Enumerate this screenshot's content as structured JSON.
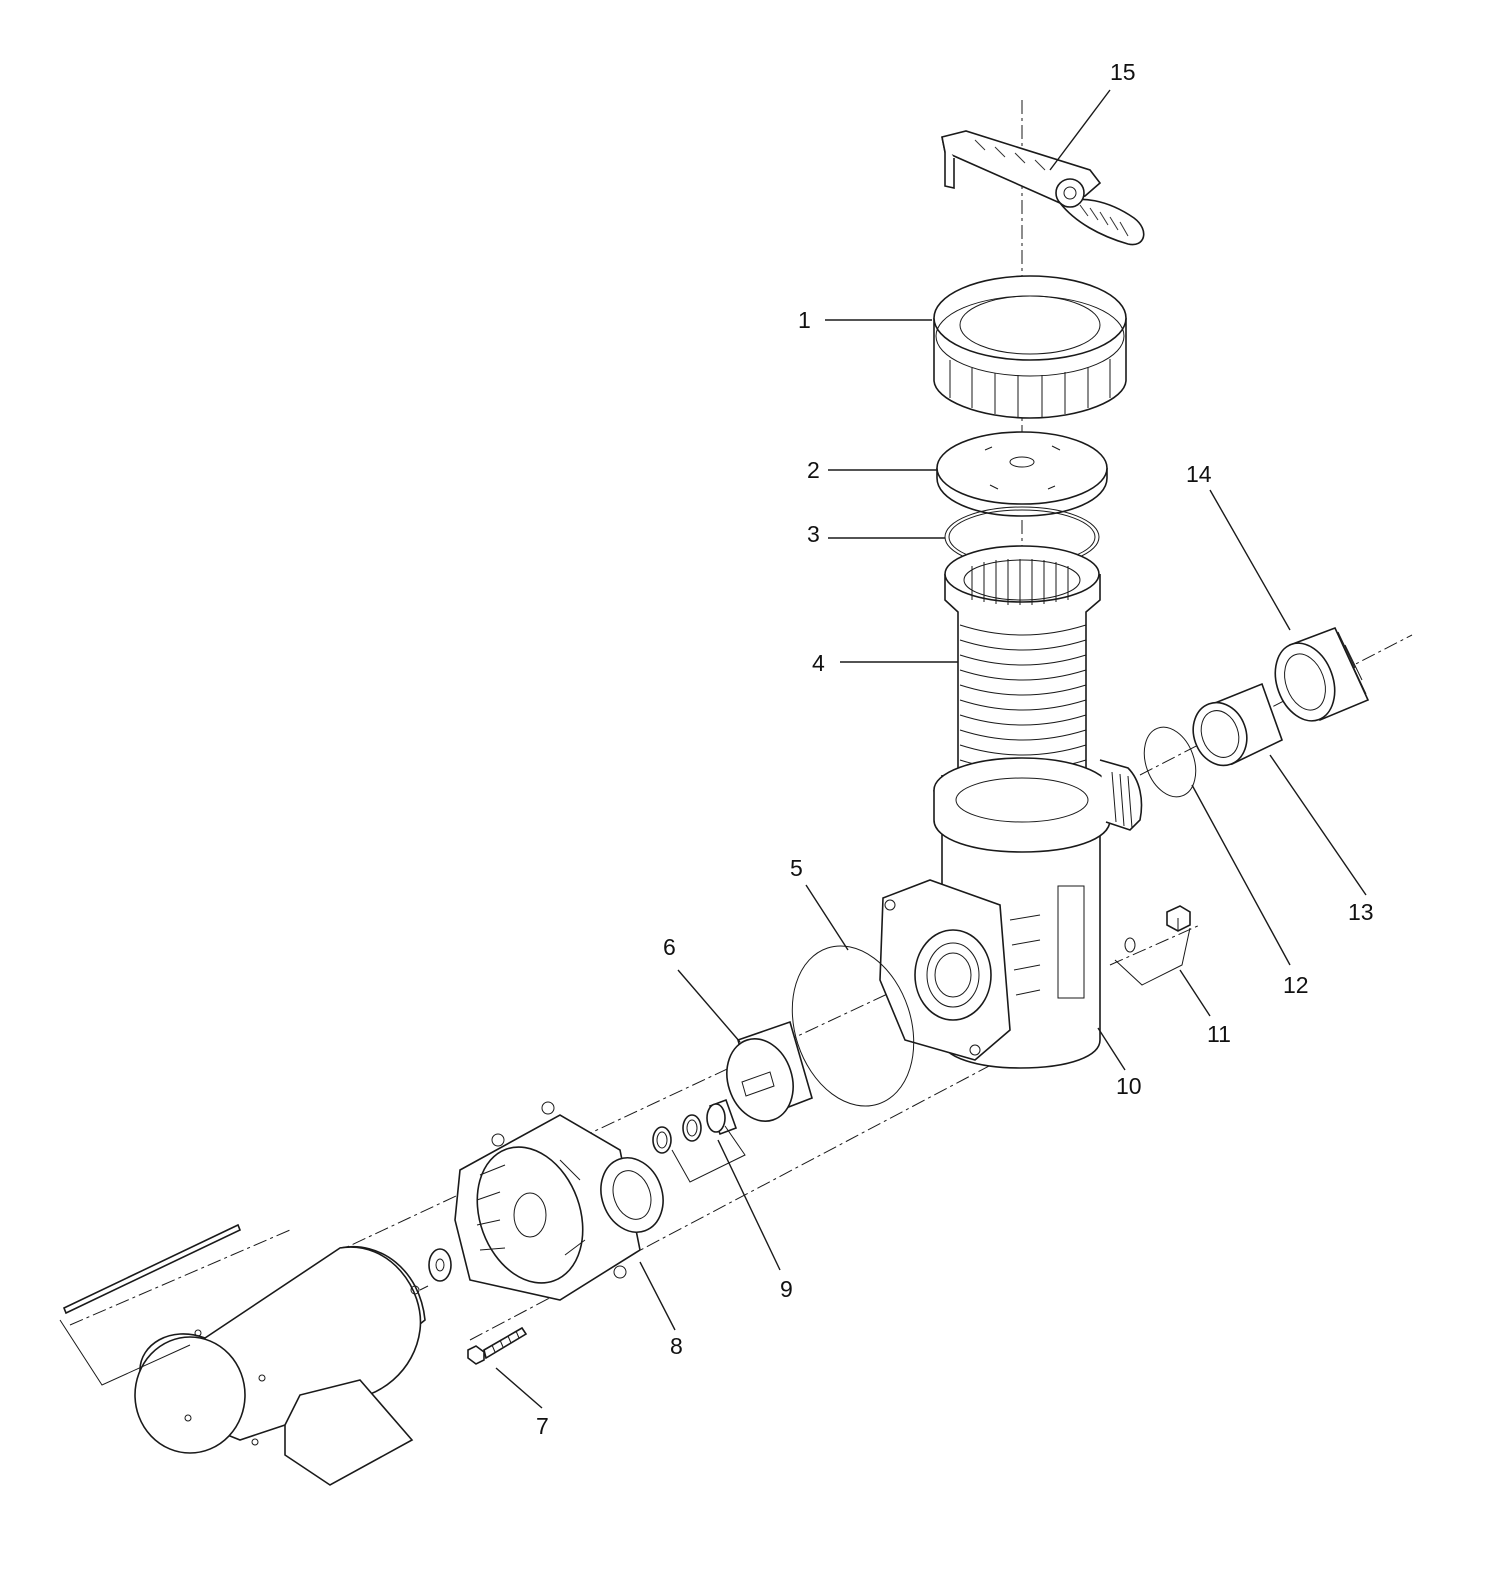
{
  "diagram": {
    "callouts": [
      {
        "id": "15",
        "label": "15"
      },
      {
        "id": "1",
        "label": "1"
      },
      {
        "id": "2",
        "label": "2"
      },
      {
        "id": "3",
        "label": "3"
      },
      {
        "id": "14",
        "label": "14"
      },
      {
        "id": "4",
        "label": "4"
      },
      {
        "id": "13",
        "label": "13"
      },
      {
        "id": "5",
        "label": "5"
      },
      {
        "id": "6",
        "label": "6"
      },
      {
        "id": "12",
        "label": "12"
      },
      {
        "id": "11",
        "label": "11"
      },
      {
        "id": "10",
        "label": "10"
      },
      {
        "id": "9",
        "label": "9"
      },
      {
        "id": "8",
        "label": "8"
      },
      {
        "id": "7",
        "label": "7"
      }
    ]
  }
}
